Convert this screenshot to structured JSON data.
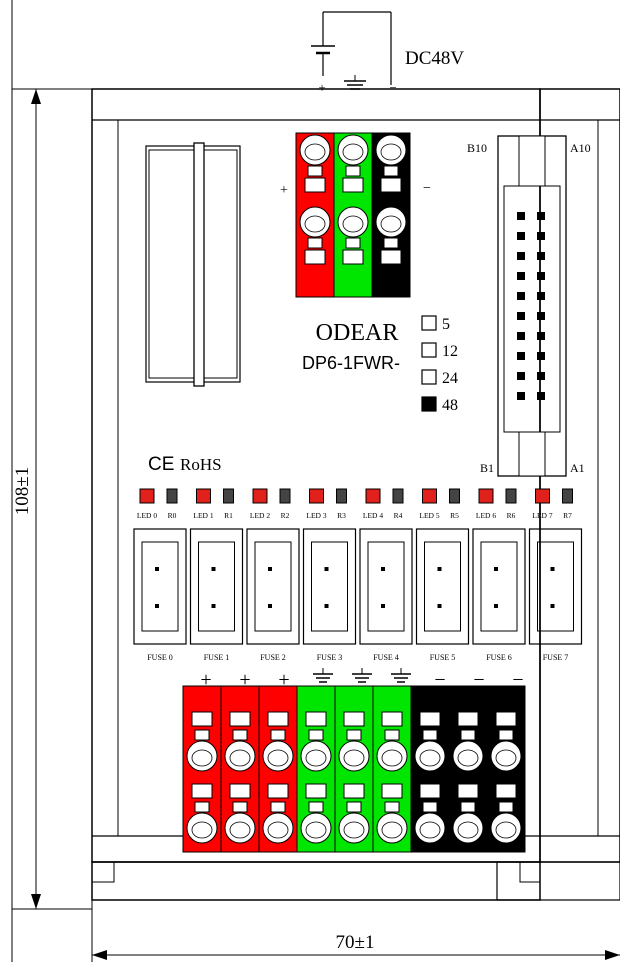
{
  "supply": {
    "label": "DC48V",
    "plus": "+",
    "minus": "−"
  },
  "brand": {
    "name": "ODEAR",
    "model": "DP6-1FWR-"
  },
  "voltage_options": [
    {
      "label": "5",
      "selected": false
    },
    {
      "label": "12",
      "selected": false
    },
    {
      "label": "24",
      "selected": false
    },
    {
      "label": "48",
      "selected": true
    }
  ],
  "connector": {
    "top_left": "B10",
    "top_right": "A10",
    "bottom_left": "B1",
    "bottom_right": "A1"
  },
  "top_terminal": {
    "plus": "+",
    "minus": "−"
  },
  "cert": {
    "ce": "CE",
    "rohs": "RoHS"
  },
  "channels": [
    {
      "led": "LED 0",
      "relay": "R0",
      "fuse": "FUSE 0"
    },
    {
      "led": "LED 1",
      "relay": "R1",
      "fuse": "FUSE 1"
    },
    {
      "led": "LED 2",
      "relay": "R2",
      "fuse": "FUSE 2"
    },
    {
      "led": "LED 3",
      "relay": "R3",
      "fuse": "FUSE 3"
    },
    {
      "led": "LED 4",
      "relay": "R4",
      "fuse": "FUSE 4"
    },
    {
      "led": "LED 5",
      "relay": "R5",
      "fuse": "FUSE 5"
    },
    {
      "led": "LED 6",
      "relay": "R6",
      "fuse": "FUSE 6"
    },
    {
      "led": "LED 7",
      "relay": "R7",
      "fuse": "FUSE 7"
    }
  ],
  "bottom_terminal_symbols": [
    "+",
    "+",
    "+",
    "ground",
    "ground",
    "ground",
    "−",
    "−",
    "−"
  ],
  "dimensions": {
    "height": "108±1",
    "width": "70±1"
  },
  "colors": {
    "red": "#ff0000",
    "green": "#00e600",
    "black": "#000000",
    "led": "#e0201a",
    "line": "#000000"
  }
}
